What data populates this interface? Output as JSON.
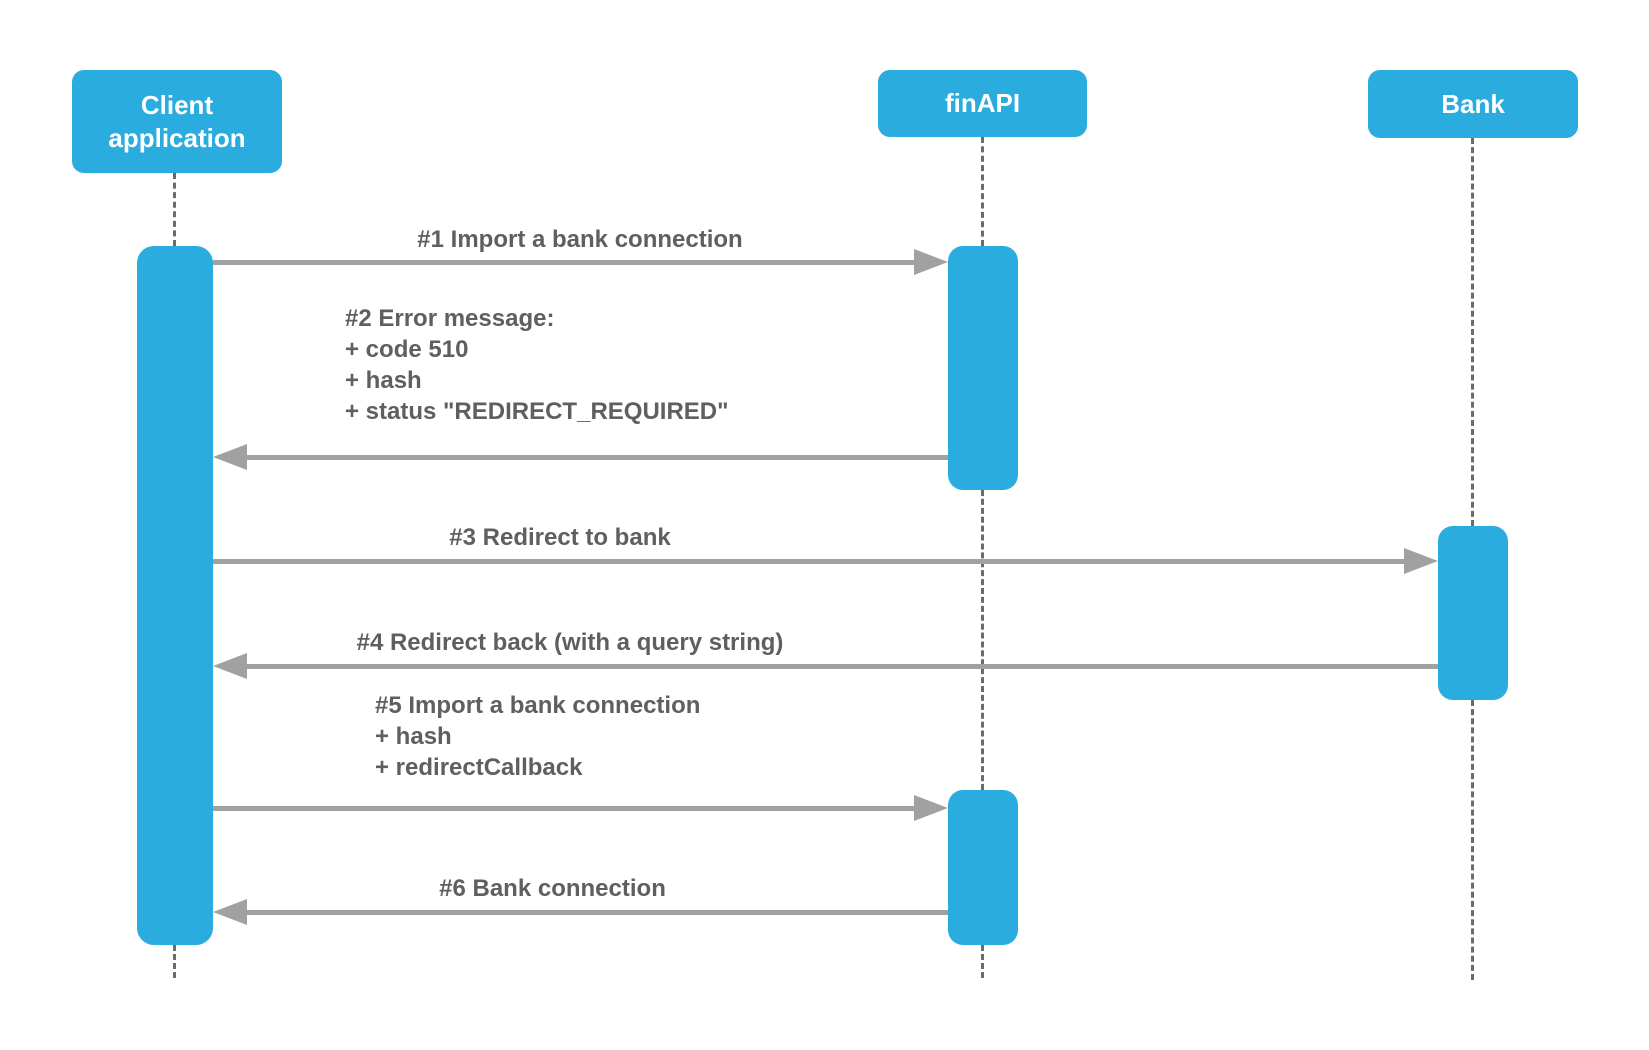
{
  "diagram": {
    "type": "uml-sequence-diagram",
    "background_color": "#FFFFFF",
    "colors": {
      "actor_fill": "#2BACDF",
      "actor_text": "#FFFFFF",
      "label_text": "#5F5F5F",
      "arrow": "#A1A1A1",
      "lifeline": "#6B6B6B"
    },
    "actors": [
      {
        "id": "client",
        "label": "Client application"
      },
      {
        "id": "finapi",
        "label": "finAPI"
      },
      {
        "id": "bank",
        "label": "Bank"
      }
    ],
    "messages": [
      {
        "from": "client",
        "to": "finapi",
        "direction": "right",
        "lines": [
          "#1 Import a bank connection"
        ]
      },
      {
        "from": "finapi",
        "to": "client",
        "direction": "left",
        "lines": [
          "#2 Error message:",
          "+ code 510",
          "+ hash",
          "+ status \"REDIRECT_REQUIRED\""
        ]
      },
      {
        "from": "client",
        "to": "bank",
        "direction": "right",
        "lines": [
          "#3 Redirect to bank"
        ]
      },
      {
        "from": "bank",
        "to": "client",
        "direction": "left",
        "lines": [
          "#4 Redirect back (with a query string)"
        ]
      },
      {
        "from": "client",
        "to": "finapi",
        "direction": "right",
        "lines": [
          "#5 Import a bank connection",
          "+ hash",
          "+ redirectCallback"
        ]
      },
      {
        "from": "finapi",
        "to": "client",
        "direction": "left",
        "lines": [
          "#6 Bank connection"
        ]
      }
    ]
  }
}
